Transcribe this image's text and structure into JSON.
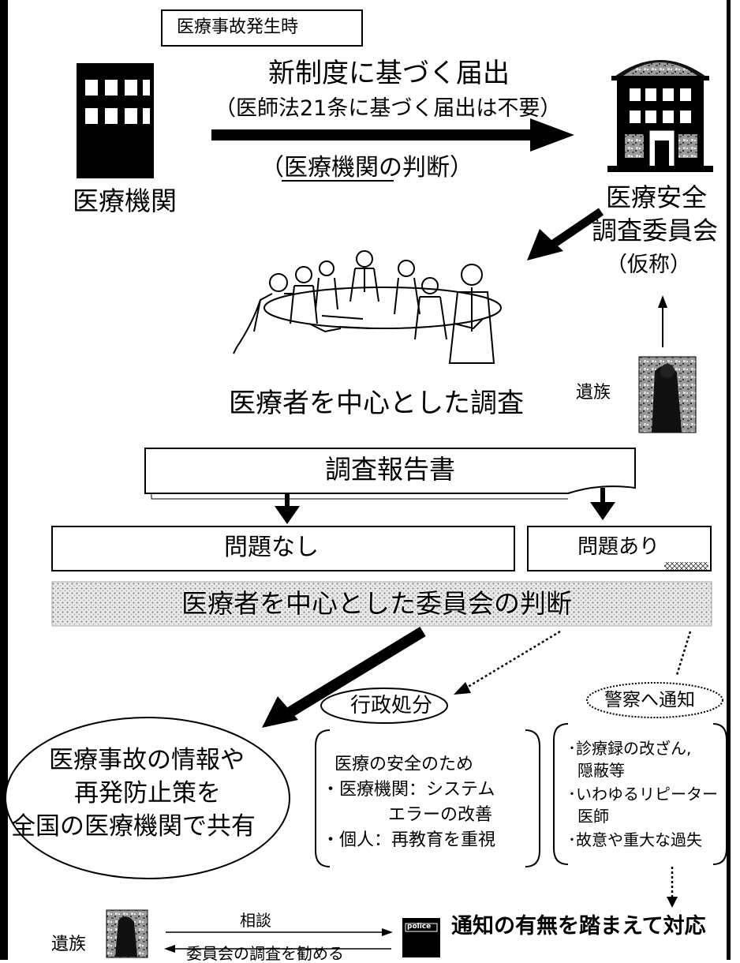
{
  "header": {
    "trigger_label": "医療事故発生時",
    "report_title": "新制度に基づく届出",
    "report_note": "（医師法21条に基づく届出は不要）",
    "judgment_prefix": "（",
    "judgment_underlined": "医療機関",
    "judgment_suffix": "の判断）"
  },
  "actors": {
    "institution": "医療機関",
    "committee_line1": "医療安全",
    "committee_line2": "調査委員会",
    "committee_note": "（仮称）",
    "bereaved": "遺族"
  },
  "investigation": {
    "caption": "医療者を中心とした調査",
    "report_doc": "調査報告書"
  },
  "outcomes": {
    "no_problem": "問題なし",
    "problem": "問題あり",
    "committee_judgment": "医療者を中心とした委員会の判断"
  },
  "sharing": {
    "line1": "医療事故の情報や",
    "line2": "再発防止策を",
    "line3": "全国の医療機関で共有"
  },
  "administrative": {
    "title": "行政処分",
    "items": [
      "医療の安全のため",
      "・医療機関：システム",
      "エラーの改善",
      "・個人：再教育を重視"
    ]
  },
  "police": {
    "title": "警察へ通知",
    "items": [
      "･診療録の改ざん,",
      "隠蔽等",
      "･いわゆるリピーター",
      "医師",
      "･故意や重大な過失"
    ],
    "badge": "police",
    "response": "通知の有無を踏まえて対応"
  },
  "footer": {
    "bereaved": "遺族",
    "consult": "相談",
    "recommend": "委員会の調査を勧める"
  },
  "colors": {
    "ink": "#000000",
    "paper": "#ffffff",
    "stipple": "#c8c8c8"
  },
  "icons": [
    "hospital-building-icon",
    "committee-building-icon",
    "meeting-people-icon",
    "bereaved-photo-icon",
    "police-box-icon"
  ]
}
